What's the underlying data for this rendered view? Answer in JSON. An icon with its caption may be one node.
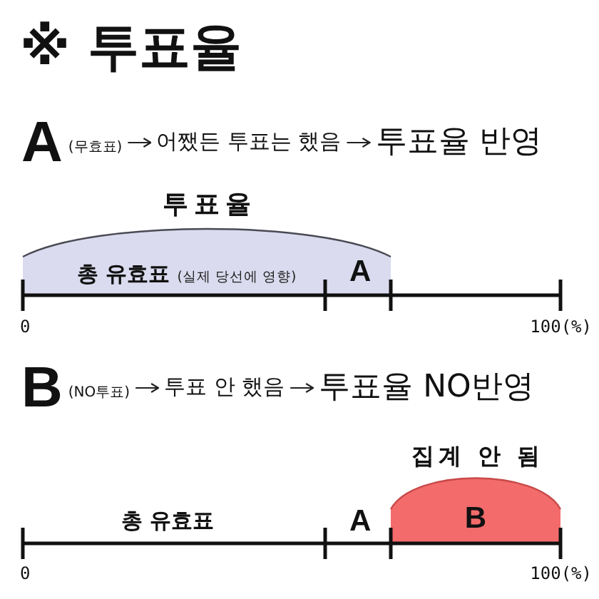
{
  "diagram": {
    "title": "※ 투표율",
    "nodes": [
      {
        "text": [
          "A",
          "(무효표)"
        ]
      },
      {
        "text": [
          "어쨌든 투표는 했음"
        ]
      },
      {
        "text": [
          "투표율 반영"
        ]
      },
      {
        "text": [
          "투표율",
          "총 유효표",
          "(실제 당선에 영향)",
          "A"
        ]
      },
      {
        "text": [
          "B",
          "(NO투표)"
        ]
      },
      {
        "text": [
          "투표 안 했음"
        ]
      },
      {
        "text": [
          "투표율 NO반영"
        ]
      },
      {
        "text": [
          "집계 안 됨",
          "B"
        ]
      }
    ],
    "edges": [
      {
        "from": 0,
        "to": 1,
        "arrow": "to"
      },
      {
        "from": 1,
        "to": 2,
        "arrow": "to"
      },
      {
        "from": 4,
        "to": 5,
        "arrow": "to"
      },
      {
        "from": 5,
        "to": 6,
        "arrow": "to"
      }
    ],
    "labels": [
      "0",
      "100(%)",
      "총 유효표",
      "A",
      "0",
      "100(%)"
    ]
  }
}
